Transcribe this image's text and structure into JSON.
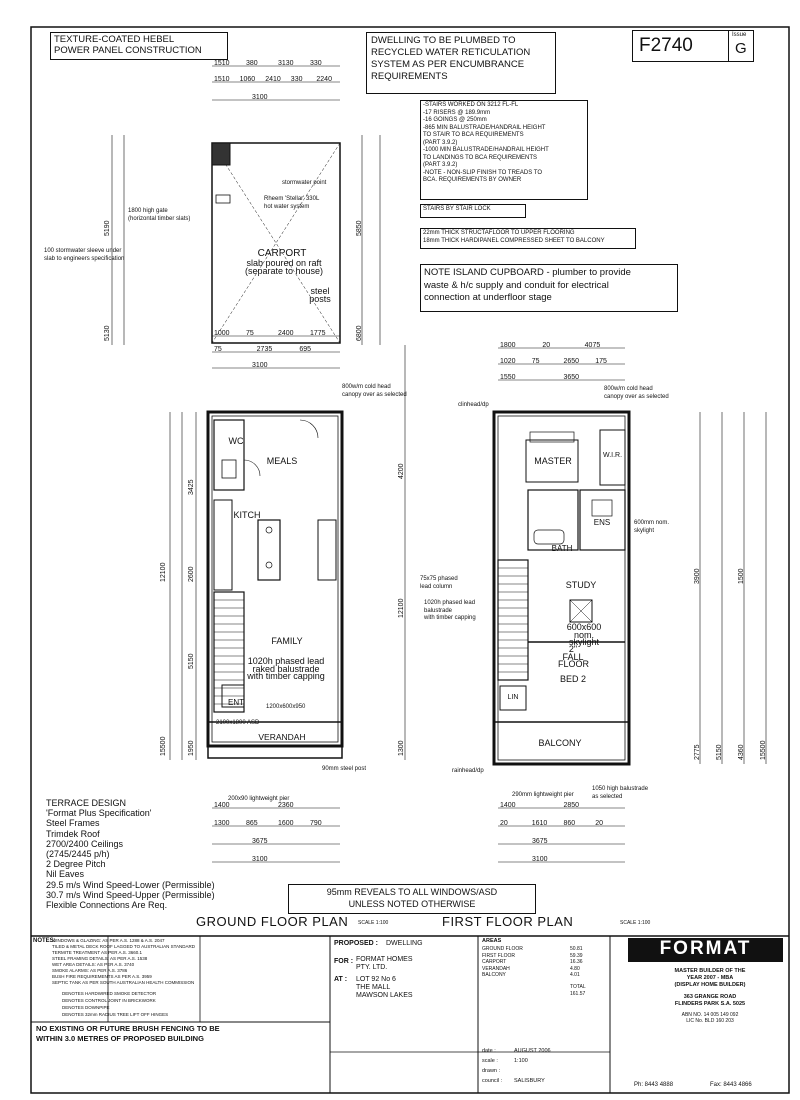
{
  "drawing": {
    "number": "F2740",
    "issue_label": "Issue",
    "issue": "G"
  },
  "notes": {
    "construction": "TEXTURE-COATED HEBEL\nPOWER PANEL CONSTRUCTION",
    "recycled_water": "DWELLING TO BE PLUMBED TO\nRECYCLED WATER RETICULATION\nSYSTEM AS PER ENCUMBRANCE\nREQUIREMENTS",
    "stairs": "-STAIRS WORKED ON 3212 FL-FL\n-17 RISERS @ 189.9mm\n-16 GOINGS @ 250mm\n-865 MIN BALUSTRADE/HANDRAIL HEIGHT\n TO STAIR TO BCA REQUIREMENTS\n (PART 3.9.2)\n-1000 MIN BALUSTRADE/HANDRAIL HEIGHT\n TO LANDINGS TO BCA REQUIREMENTS\n (PART 3.9.2)\n-NOTE - NON-SLIP FINISH TO TREADS TO\n BCA. REQUIREMENTS BY OWNER",
    "stairs_by": "STAIRS BY STAIR LOCK",
    "flooring": "22mm THICK STRUCTAFLOOR TO UPPER FLOORING\n18mm THICK HARDIPANEL COMPRESSED SHEET TO BALCONY",
    "island": "NOTE ISLAND CUPBOARD - plumber to provide\nwaste & h/c supply and conduit for electrical\nconnection at underfloor stage",
    "terrace": "TERRACE DESIGN\n'Format Plus Specification'\nSteel Frames\nTrimdek Roof\n2700/2400 Ceilings\n(2745/2445 p/h)\n2 Degree Pitch\nNil Eaves\n29.5 m/s Wind Speed-Lower (Permissible)\n30.7 m/s Wind Speed-Upper (Permissible)\nFlexible Connections Are Req.",
    "reveals": "95mm REVEALS TO ALL WINDOWS/ASD\nUNLESS NOTED OTHERWISE",
    "fencing": "NO EXISTING OR FUTURE BRUSH FENCING TO BE\nWITHIN 3.0 METRES OF PROPOSED BUILDING"
  },
  "ground_floor": {
    "title": "GROUND FLOOR PLAN",
    "scale": "SCALE 1:100",
    "rooms": {
      "carport": "CARPORT",
      "meals": "MEALS",
      "wc": "WC",
      "kitchen": "KITCH",
      "family": "FAMILY",
      "verandah": "VERANDAH",
      "ent": "ENT"
    },
    "annotations": {
      "carport_slab": "slab poured on raft\n(separate to house)",
      "steel_posts": "steel\nposts",
      "stormwater_sleeve": "100 stormwater sleeve under\nslab to engineers specification",
      "gate": "1800 high gate\n(horizontal timber slats)",
      "hot_water": "Rheem 'Stellar' 330L\nhot water system",
      "stormwater_point": "stormwater point",
      "cupboard": "800w/m cold head\ncanopy over as selected",
      "balustrade": "1020h phased lead\nraked balustrade\nwith timber capping",
      "verandah_steel": "90mm steel post",
      "lightweight_pier": "200x90 lightweight pier",
      "opening_1": "1200x600x950",
      "opening_2": "2100x1800 ASD"
    },
    "dims_top": [
      "1510",
      "380",
      "3130",
      "330",
      "1510",
      "1060",
      "2410",
      "330",
      "2240",
      "3100"
    ],
    "dims_mid": [
      "1000",
      "75",
      "2400",
      "1775",
      "75",
      "2735",
      "695",
      "3100"
    ],
    "dims_bottom": [
      "1300",
      "865",
      "1600",
      "790",
      "1400",
      "2360",
      "3675",
      "3100"
    ],
    "dims_left": [
      "5190",
      "5130",
      "12100",
      "15500",
      "3425",
      "2600",
      "5150",
      "1950"
    ],
    "dims_right": [
      "5850",
      "6800",
      "4200",
      "12100",
      "1300"
    ]
  },
  "first_floor": {
    "title": "FIRST FLOOR PLAN",
    "scale": "SCALE 1:100",
    "rooms": {
      "master": "MASTER",
      "study": "STUDY",
      "bed2": "BED 2",
      "bath": "BATH",
      "ens": "ENS",
      "balcony": "BALCONY",
      "wir": "W.I.R.",
      "linen": "LIN"
    },
    "annotations": {
      "canopy": "800w/m cold head\ncanopy over as selected",
      "raked_ceiling": "1020h phased lead\nbalustrade\nwith timber capping",
      "skylight": "600x600 nom.\nskylight",
      "wall": "2\" FALL\nFLOOR",
      "tiles": "600mm nom.\nskylight",
      "lightweight_pier": "290mm lightweight pier",
      "balustrade": "1050 high balustrade\nas selected",
      "column": "75x75 phased\nlead column",
      "downpipe": "rainhead/dp",
      "downpipe2": "clinhead/dp"
    },
    "dims_top": [
      "1800",
      "20",
      "4075",
      "1020",
      "75",
      "2650",
      "175",
      "1550",
      "3650"
    ],
    "dims_bottom": [
      "1400",
      "2850",
      "20",
      "1610",
      "860",
      "20",
      "3675",
      "3100"
    ],
    "dims_right": [
      "3900",
      "2775",
      "5150",
      "15500",
      "1500",
      "4360"
    ]
  },
  "title_block": {
    "notes_label": "NOTES:",
    "notes_list": "WINDOWS & GLAZING: AS PER A.S. 1288 & A.S. 2047\nTILED & METAL DECK ROOF LAGGED TO AUSTRALIAN STANDARD\nTERMITE TREATMENT AS PER A.S. 3660.1\nSTEEL FRAMING DETAILS: AS PER A.S. 1538\nWET AREA DETAILS: AS PER A.S. 3740\nSMOKE ALARMS: AS PER A.S. 3786\nBUSH FIRE REQUIREMENTS AS PER A.S. 3959\nSEPTIC TANK AS PER SOUTH AUSTRALIAN HEALTH COMMISSION",
    "legend": "DENOTES HARDWIRED SMOKE DETECTOR\nDENOTES CONTROL JOINT IN BRICKWORK\nDENOTES DOWNPIPE\nDENOTES 32mm RADIUS TREE LIFT OFF HINGES",
    "proposed_label": "PROPOSED :",
    "proposed": "DWELLING",
    "for_label": "FOR :",
    "for": "FORMAT HOMES\nPTY. LTD.",
    "at_label": "AT :",
    "at": "LOT 92 No 6\nTHE MALL\nMAWSON LAKES",
    "date_label": "date :",
    "date": "AUGUST 2006",
    "scale_label": "scale :",
    "scale": "1:100",
    "drawn_label": "drawn :",
    "council_label": "council :",
    "council": "SALISBURY",
    "areas_label": "AREAS",
    "areas": "GROUND FLOOR\nFIRST FLOOR\nCARPORT\nVERANDAH\nBALCONY",
    "areas_values": "50.81\n59.39\n16.36\n4.80\n4.01",
    "total": "TOTAL\n161.57",
    "company": "FORMAT",
    "company_sub": "MASTER BUILDER OF THE\nYEAR 2007 - MBA\n(DISPLAY HOME BUILDER)",
    "address": "363 GRANGE ROAD\nFLINDERS PARK S.A. 5025",
    "abn": "ABN NO. 14 005 149 092\nLIC No. BLD 160 203",
    "ph": "Ph: 8443 4888",
    "fax": "Fax: 8443 4866"
  }
}
